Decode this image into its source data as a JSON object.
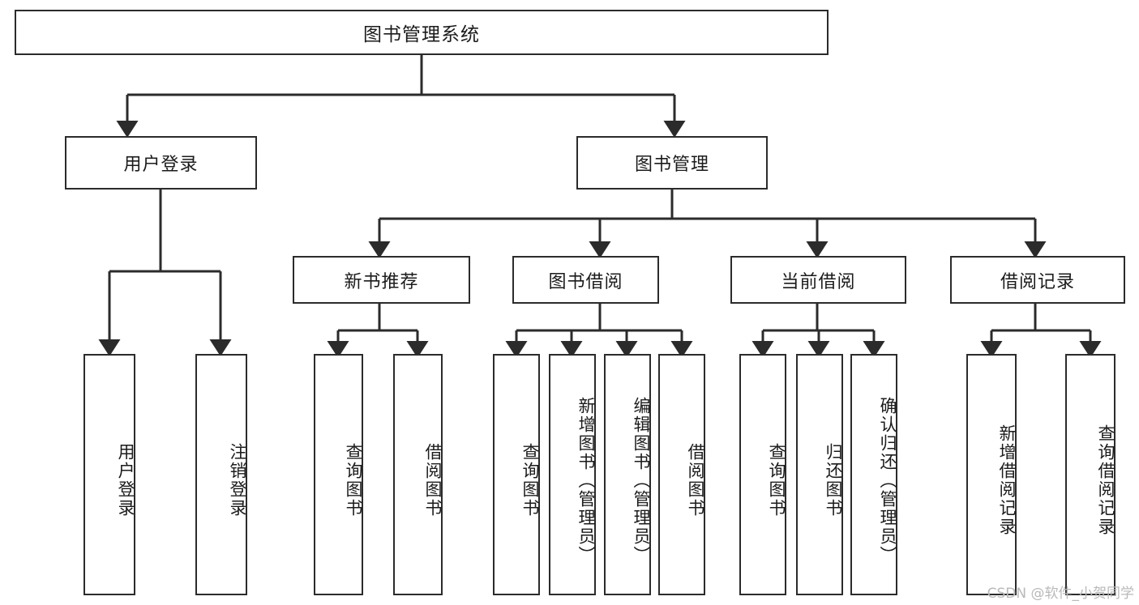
{
  "diagram": {
    "type": "tree",
    "title": "图书管理系统",
    "watermark": "CSDN @软件_小贺同学",
    "colors": {
      "stroke": "#2b2b2b",
      "background": "#ffffff",
      "text": "#1b1b1b",
      "watermark": "#b9b9b9"
    },
    "levels": {
      "root": {
        "label": "图书管理系统"
      },
      "level2": [
        {
          "label": "用户登录"
        },
        {
          "label": "图书管理"
        }
      ],
      "level3": [
        {
          "label": "新书推荐"
        },
        {
          "label": "图书借阅"
        },
        {
          "label": "当前借阅"
        },
        {
          "label": "借阅记录"
        }
      ],
      "leaves": {
        "user_login": [
          {
            "label": "用户登录"
          },
          {
            "label": "注销登录"
          }
        ],
        "new_book": [
          {
            "label": "查询图书"
          },
          {
            "label": "借阅图书"
          }
        ],
        "book_borrow": [
          {
            "label": "查询图书"
          },
          {
            "label": "新增图书（管理员）"
          },
          {
            "label": "编辑图书（管理员）"
          },
          {
            "label": "借阅图书"
          }
        ],
        "current_borrow": [
          {
            "label": "查询图书"
          },
          {
            "label": "归还图书"
          },
          {
            "label": "确认归还（管理员）"
          }
        ],
        "borrow_record": [
          {
            "label": "新增借阅记录"
          },
          {
            "label": "查询借阅记录"
          }
        ]
      }
    }
  }
}
